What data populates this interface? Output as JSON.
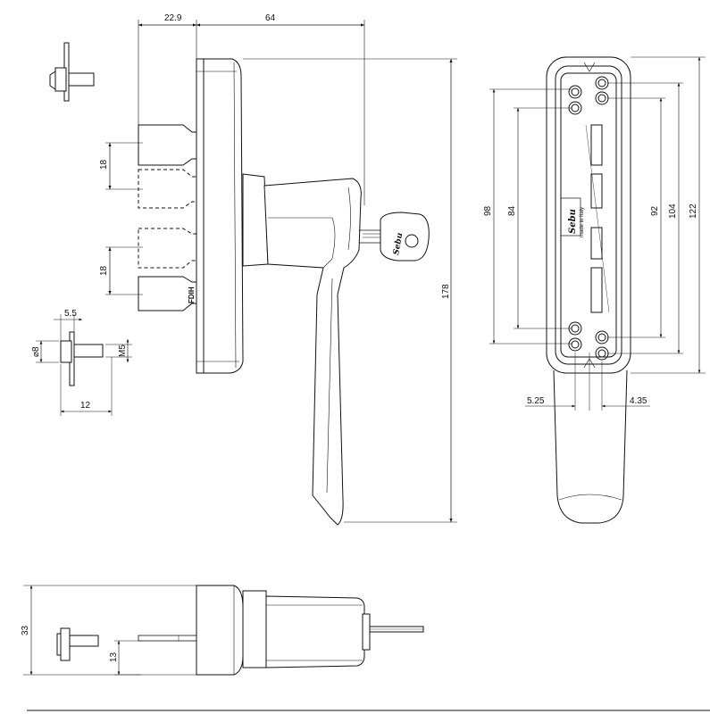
{
  "drawing": {
    "colors": {
      "line": "#111111",
      "shade": "#d9d9d9",
      "background": "#ffffff"
    },
    "dimensions": {
      "top_width_a": "22.9",
      "top_width_b": "64",
      "spindle_offset_upper": "18",
      "spindle_offset_lower": "18",
      "total_height": "178",
      "pin_shoulder": "5.5",
      "pin_diameter": "⌀8",
      "pin_thread": "M5",
      "pin_length": "12",
      "rear_98": "98",
      "rear_84": "84",
      "rear_92": "92",
      "rear_104": "104",
      "rear_122": "122",
      "rear_left_offset": "5.25",
      "rear_right_offset": "4.35",
      "bottom_height": "33",
      "bottom_spindle": "13"
    },
    "labels": {
      "handle_marking": "FDIH",
      "brand_logo": "Sebu",
      "made_in": "made in Italy",
      "key_logo": "Sebu"
    },
    "icons": [
      "lock-cylinder-icon"
    ]
  }
}
